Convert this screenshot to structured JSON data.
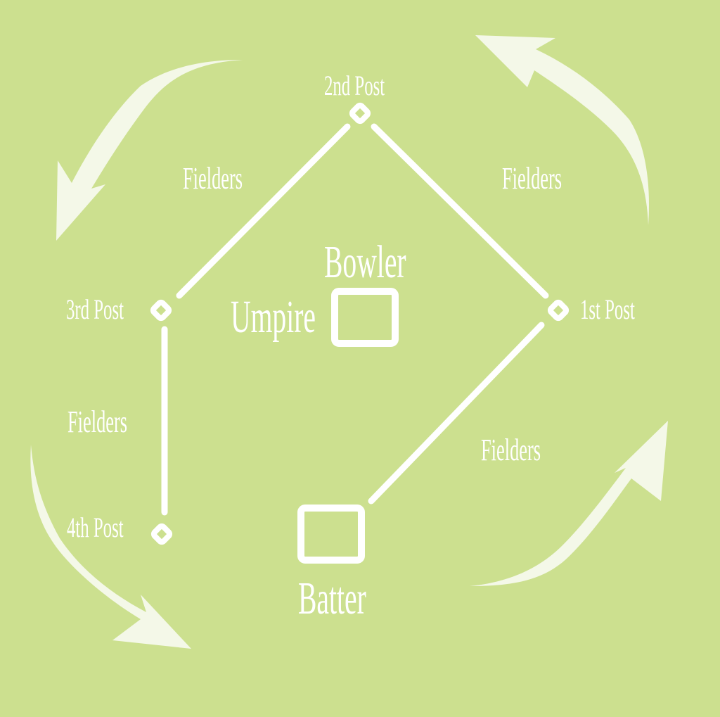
{
  "background_color": "#cce08f",
  "foreground_color": "#ffffff",
  "arrow_color": "#f4f8e8",
  "posts": {
    "first": "1st Post",
    "second": "2nd Post",
    "third": "3rd Post",
    "fourth": "4th Post"
  },
  "fielders": {
    "top_left": "Fielders",
    "top_right": "Fielders",
    "left": "Fielders",
    "bottom_right": "Fielders"
  },
  "positions": {
    "bowler": "Bowler",
    "umpire": "Umpire",
    "batter": "Batter"
  },
  "icons": {
    "post_marker": "diamond-outline-icon",
    "position_box": "square-outline-icon",
    "rotation_arrow": "curved-arrow-icon"
  }
}
